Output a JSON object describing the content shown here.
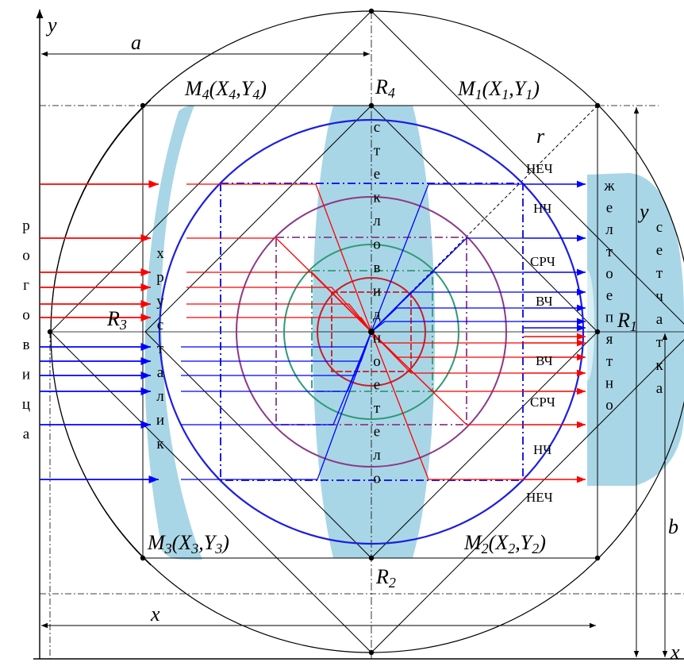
{
  "axes": {
    "x_label": "x",
    "y_label": "y"
  },
  "dimensions": {
    "a": "a",
    "b": "b",
    "x": "x",
    "y": "y",
    "r": "r"
  },
  "points": {
    "m1": "M1(X1,Y1)",
    "m2": "M2(X2,Y2)",
    "m3": "M3(X3,Y3)",
    "m4": "M4(X4,Y4)",
    "r1": "R1",
    "r2": "R2",
    "r3": "R3",
    "r4": "R4"
  },
  "vertical_words": {
    "left": "роговица",
    "lens": "хрусталик",
    "vitreous": "стекловидное тело",
    "spot": "желтое пятно",
    "retina": "сетчатка"
  },
  "band_labels_upper": [
    "НЕЧ",
    "НЧ",
    "СРЧ",
    "ВЧ"
  ],
  "band_labels_lower": [
    "ВЧ",
    "СРЧ",
    "НЧ",
    "НЕЧ"
  ],
  "colors": {
    "red_rays": "#ff0000",
    "blue_rays": "#0000ff",
    "lens_fill": "#a9d6e6",
    "circle_blue": "#1d1de0",
    "circle_purple": "#8a3a86",
    "circle_green": "#2e9a76",
    "circle_red": "#c4202a"
  }
}
